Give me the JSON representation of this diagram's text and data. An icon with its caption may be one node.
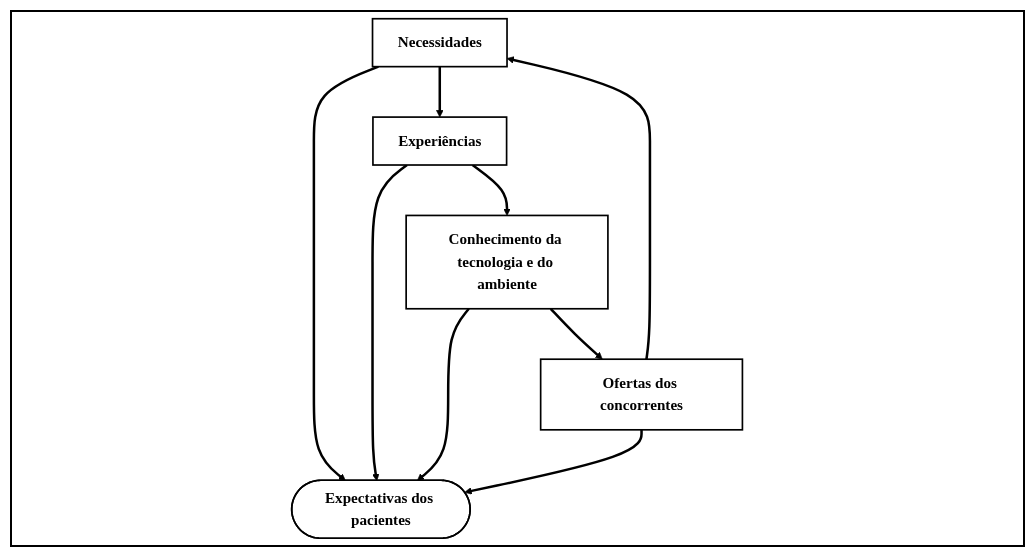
{
  "diagram": {
    "nodes": [
      {
        "text": [
          "Necessidades"
        ]
      },
      {
        "text": [
          "Ofertas dos concorrentes"
        ]
      },
      {
        "text": [
          "Expectativas dos pacientes"
        ]
      },
      {
        "text": [
          "Experiências"
        ]
      },
      {
        "text": [
          "Conhecimento da tecnologia e do ambiente"
        ]
      }
    ],
    "edges": [
      {
        "from": 0,
        "to": 2,
        "arrow": "to"
      },
      {
        "from": 1,
        "to": 2,
        "arrow": "to"
      },
      {
        "from": 3,
        "to": 2,
        "arrow": "to"
      },
      {
        "from": 4,
        "to": 2,
        "arrow": "to"
      },
      {
        "from": 1,
        "to": 0,
        "arrow": "to"
      },
      {
        "from": 0,
        "to": 3,
        "arrow": "to"
      },
      {
        "from": 3,
        "to": 4,
        "arrow": "to"
      },
      {
        "from": 4,
        "to": 1,
        "arrow": "to"
      }
    ]
  }
}
